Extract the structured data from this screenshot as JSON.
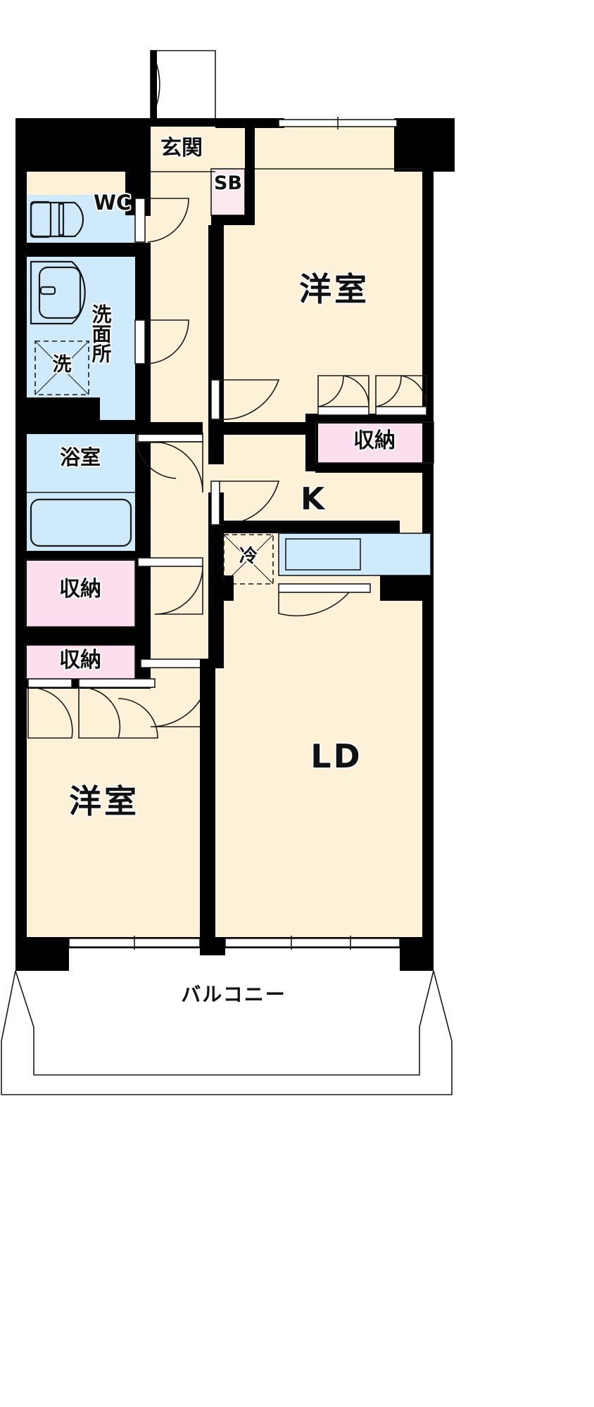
{
  "document": {
    "type": "floor-plan",
    "title": "間取り図",
    "language": "ja"
  },
  "colors": {
    "wall": "#000000",
    "floor_room": "#fdf1d8",
    "floor_living": "#fdf1d8",
    "water_area": "#cfeafb",
    "storage": "#fbdfee",
    "storage_light": "#fbe9f2",
    "line": "#1a1a1a",
    "background": "#ffffff"
  },
  "rooms": [
    {
      "id": "genkan",
      "label": "玄関",
      "kind": "entrance",
      "orientation": "horizontal"
    },
    {
      "id": "shoebox",
      "label": "SB",
      "kind": "storage",
      "orientation": "vertical"
    },
    {
      "id": "wc",
      "label": "WC",
      "kind": "toilet",
      "orientation": "vertical"
    },
    {
      "id": "senmenjo",
      "label": "洗面所",
      "kind": "washroom",
      "orientation": "vertical"
    },
    {
      "id": "washer",
      "label": "洗",
      "kind": "appliance",
      "orientation": "horizontal"
    },
    {
      "id": "yokushitsu",
      "label": "浴室",
      "kind": "bath",
      "orientation": "horizontal"
    },
    {
      "id": "storage-1",
      "label": "収納",
      "kind": "storage",
      "orientation": "horizontal"
    },
    {
      "id": "storage-2",
      "label": "収納",
      "kind": "storage",
      "orientation": "horizontal"
    },
    {
      "id": "storage-3",
      "label": "収納",
      "kind": "storage",
      "orientation": "horizontal"
    },
    {
      "id": "youshitsu-north",
      "label": "洋室",
      "kind": "bedroom",
      "orientation": "horizontal"
    },
    {
      "id": "youshitsu-south",
      "label": "洋室",
      "kind": "bedroom",
      "orientation": "horizontal"
    },
    {
      "id": "kitchen",
      "label": "K",
      "kind": "kitchen",
      "orientation": "horizontal"
    },
    {
      "id": "fridge",
      "label": "冷",
      "kind": "appliance",
      "orientation": "horizontal"
    },
    {
      "id": "ld",
      "label": "LD",
      "kind": "living-dining",
      "orientation": "horizontal"
    },
    {
      "id": "balcony",
      "label": "バルコニー",
      "kind": "balcony",
      "orientation": "horizontal"
    }
  ],
  "labels": {
    "genkan": "玄関",
    "sb": "SB",
    "wc": "WC",
    "senmenjo": "洗面所",
    "washer": "洗",
    "bath": "浴室",
    "storage_top_right": "収納",
    "storage_mid_left": "収納",
    "storage_low_left": "収納",
    "bedroom_north": "洋室",
    "bedroom_south": "洋室",
    "kitchen": "K",
    "fridge": "冷",
    "living_dining": "LD",
    "balcony": "バルコニー"
  },
  "fixtures": [
    {
      "name": "toilet",
      "label": ""
    },
    {
      "name": "washbasin",
      "label": ""
    },
    {
      "name": "bathtub",
      "label": ""
    },
    {
      "name": "washer-slot",
      "label": "洗"
    },
    {
      "name": "fridge-slot",
      "label": "冷"
    },
    {
      "name": "kitchen-sink",
      "label": ""
    },
    {
      "name": "kitchen-counter",
      "label": ""
    }
  ]
}
